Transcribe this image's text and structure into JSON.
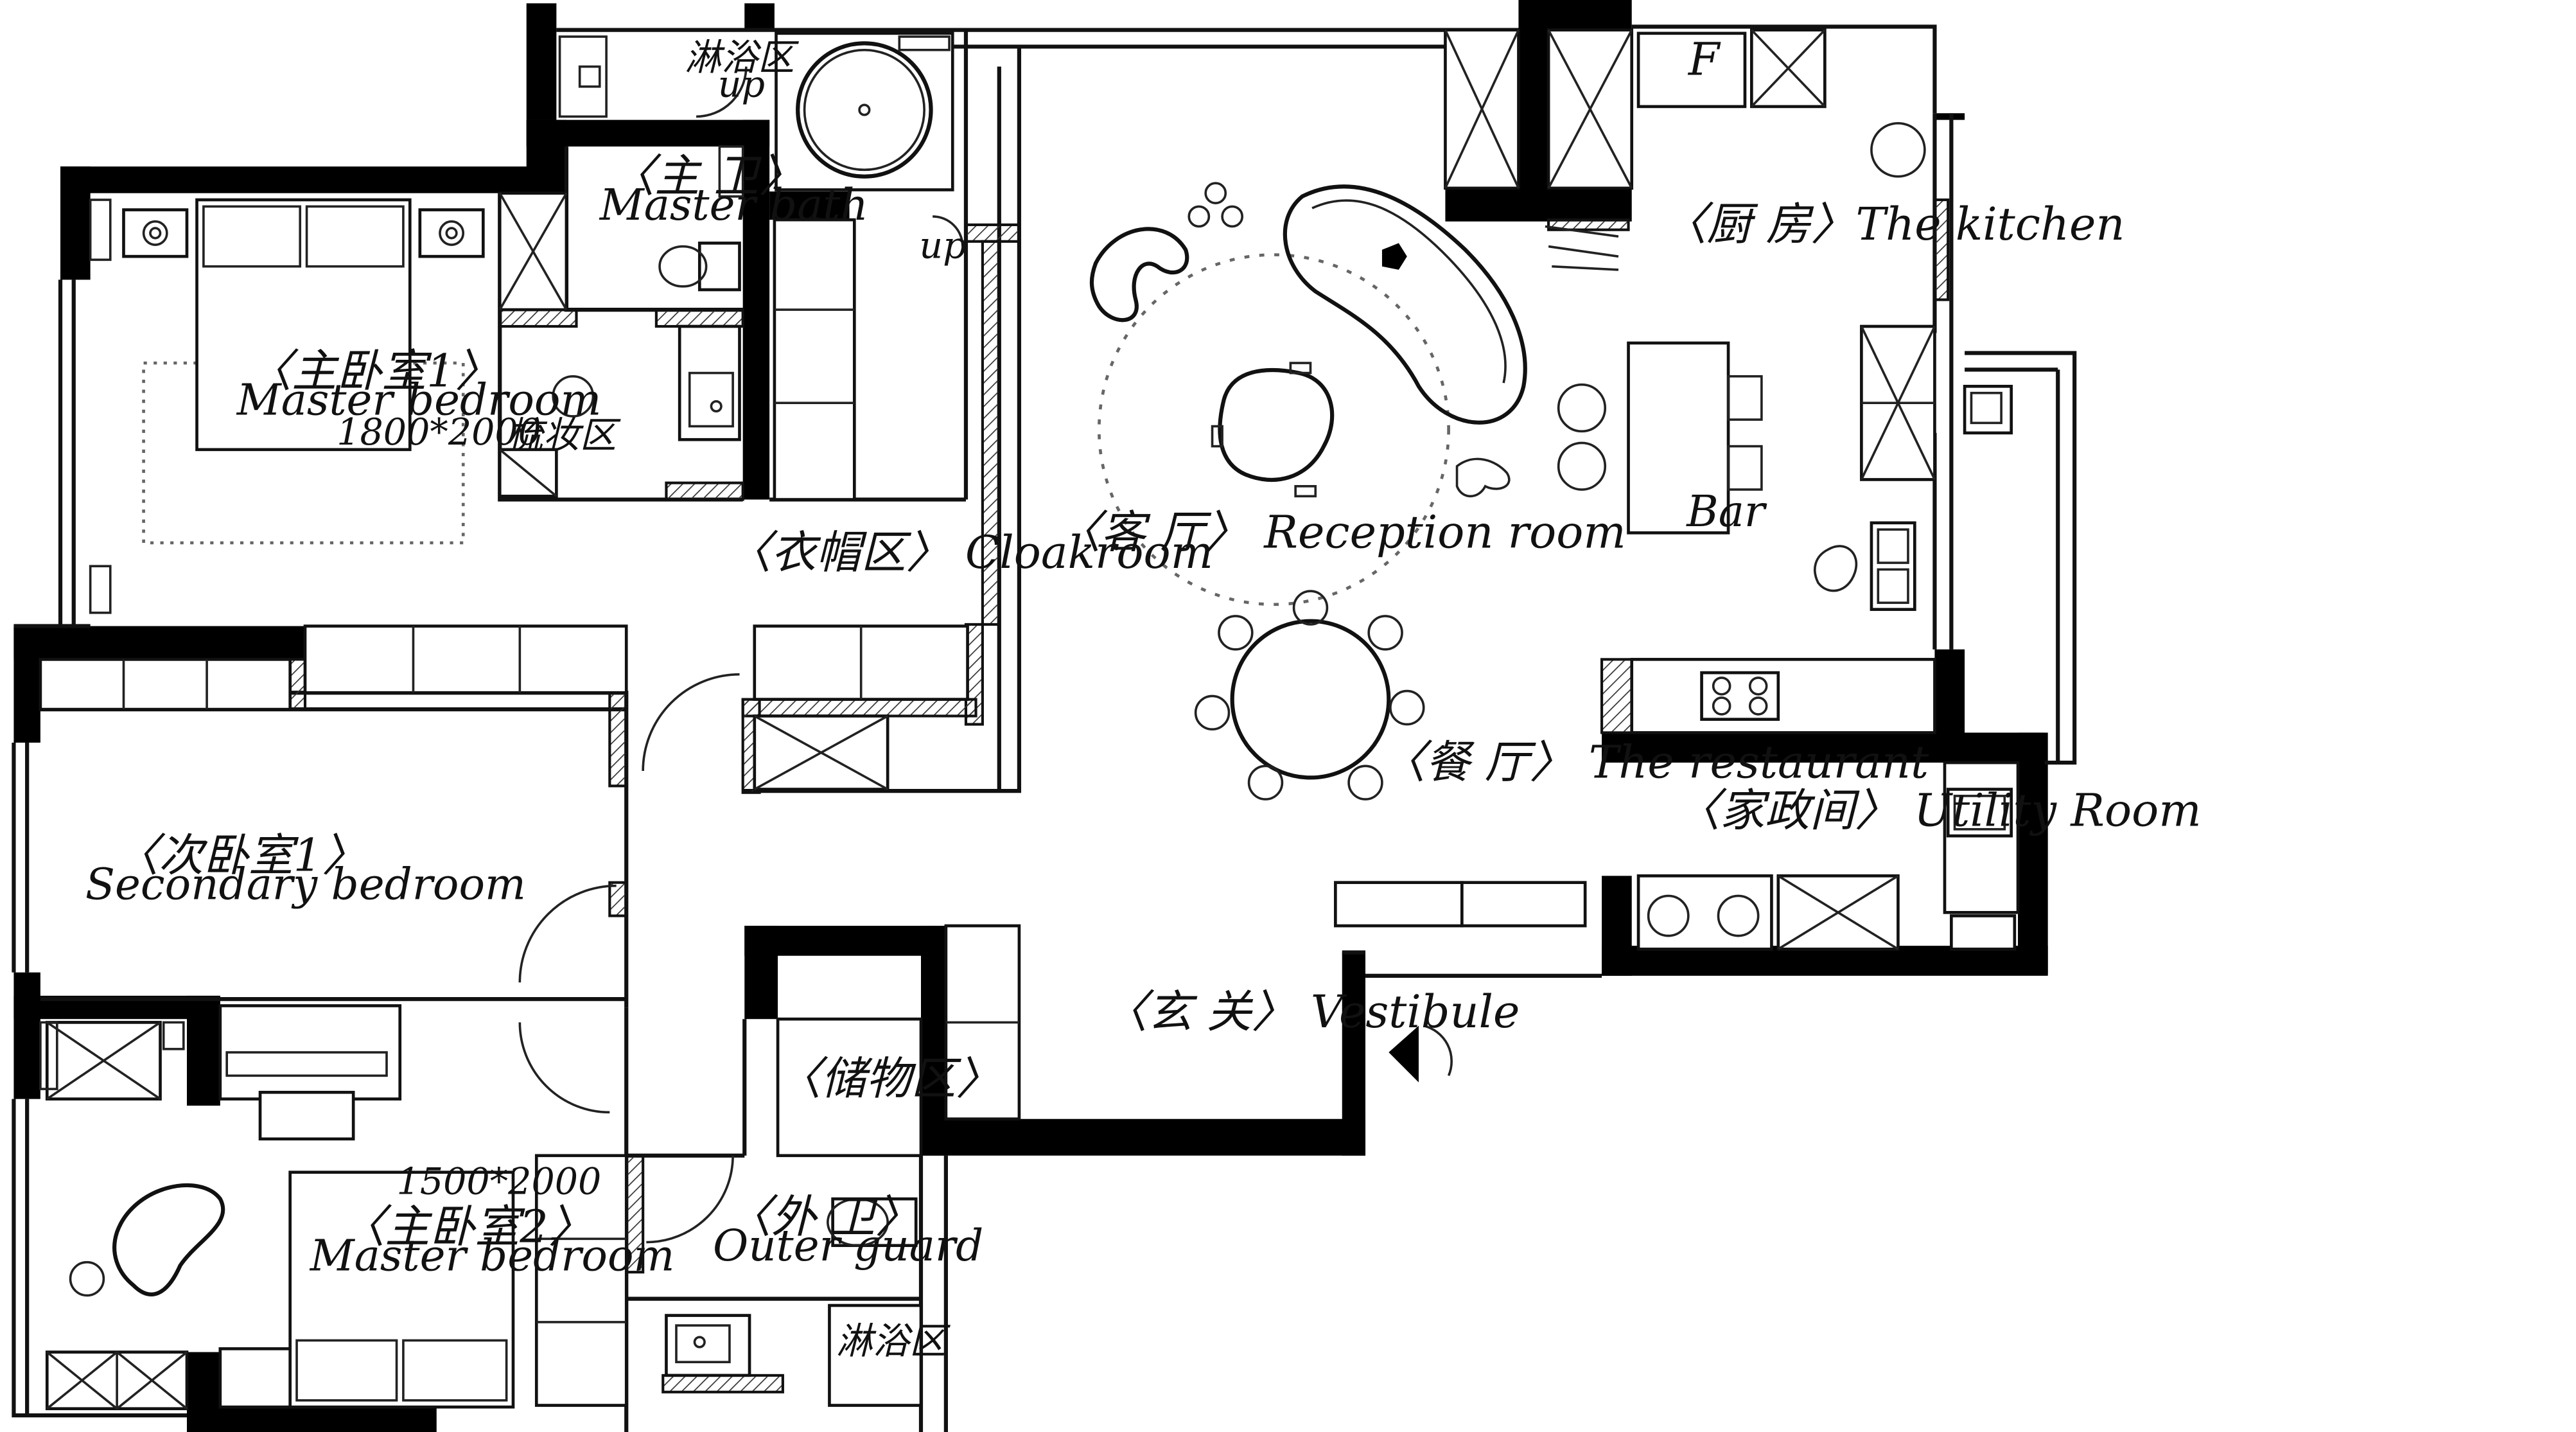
{
  "rooms": {
    "master_bedroom": {
      "cn": "〈主卧室1〉",
      "en": "Master bedroom",
      "bed_size": "1800*2000"
    },
    "dresser": "梳妆区",
    "master_bath": {
      "cn": "〈主 卫〉",
      "en": "Master bath",
      "shower": "淋浴区",
      "step_up": "up",
      "step_up_2": "up"
    },
    "cloakroom": "〈衣帽区〉 Cloakroom",
    "reception": "〈客 厅〉 Reception room",
    "restaurant": "〈餐 厅〉 The restaurant",
    "kitchen": {
      "label": "〈厨 房〉The kitchen",
      "fridge": "F",
      "bar": "Bar"
    },
    "utility": "〈家政间〉 Utility Room",
    "secondary_bedroom": {
      "cn": "〈次卧室1〉",
      "en": "Secondary bedroom"
    },
    "storage": "〈储物区〉",
    "vestibule": "〈玄 关〉  Vestibule",
    "master_bedroom_2": {
      "cn": "〈主卧室2〉",
      "en": "Master bedroom",
      "bed_size": "1500*2000"
    },
    "outer_guard": {
      "cn": "〈外 卫〉",
      "en": "Outer guard",
      "shower": "淋浴区"
    }
  }
}
